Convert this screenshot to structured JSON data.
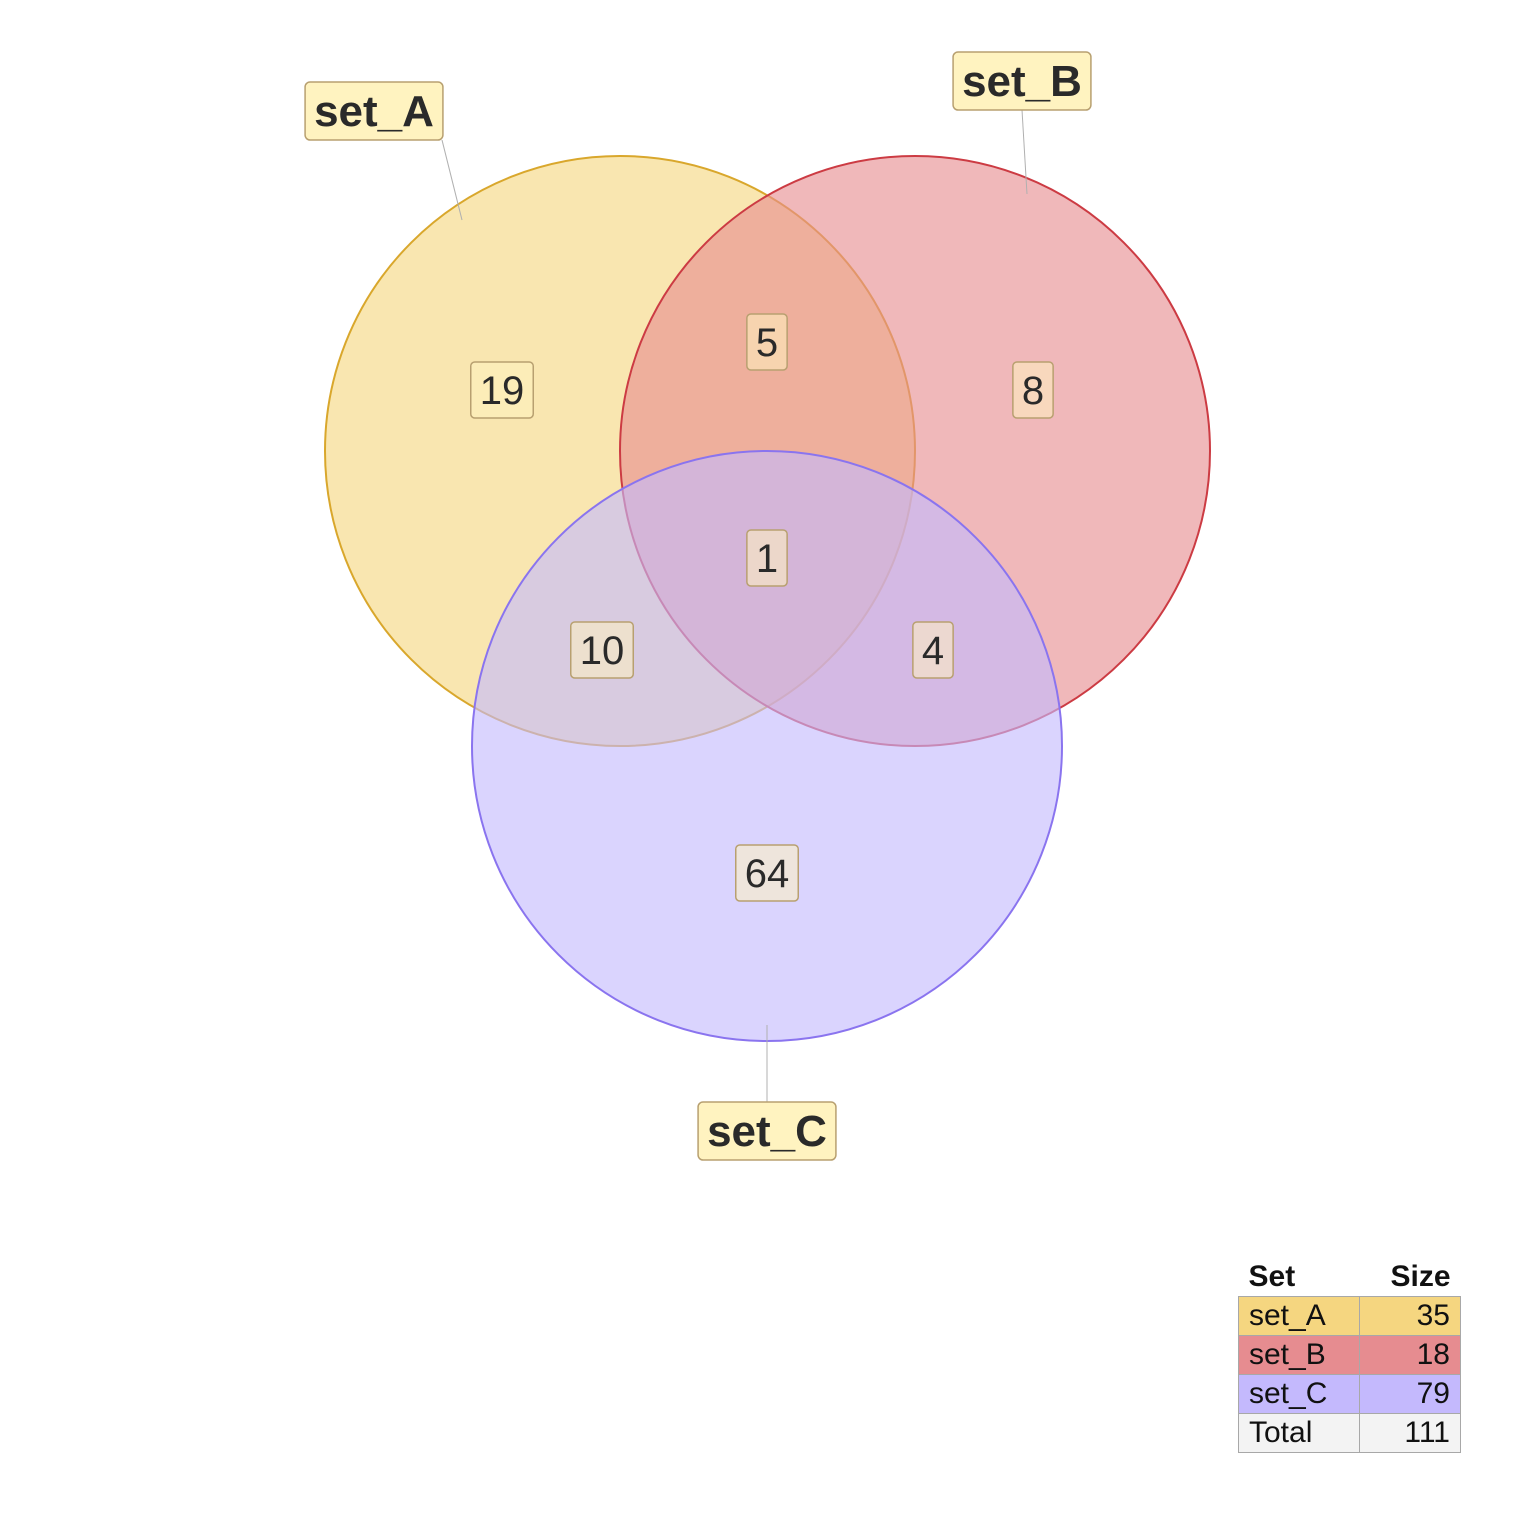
{
  "chart_data": {
    "type": "venn",
    "sets": [
      {
        "name": "set_A",
        "size": 35,
        "color": "#f5d680",
        "stroke": "#d9a72c"
      },
      {
        "name": "set_B",
        "size": 18,
        "color": "#e68c90",
        "stroke": "#cc3b43"
      },
      {
        "name": "set_C",
        "size": 79,
        "color": "#c4b9fd",
        "stroke": "#8a74ef"
      }
    ],
    "regions": [
      {
        "sets": [
          "set_A"
        ],
        "count": 19
      },
      {
        "sets": [
          "set_B"
        ],
        "count": 8
      },
      {
        "sets": [
          "set_C"
        ],
        "count": 64
      },
      {
        "sets": [
          "set_A",
          "set_B"
        ],
        "count": 5
      },
      {
        "sets": [
          "set_A",
          "set_C"
        ],
        "count": 10
      },
      {
        "sets": [
          "set_B",
          "set_C"
        ],
        "count": 4
      },
      {
        "sets": [
          "set_A",
          "set_B",
          "set_C"
        ],
        "count": 1
      }
    ],
    "total": 111
  },
  "table": {
    "header_set": "Set",
    "header_size": "Size",
    "rows": [
      {
        "name": "set_A",
        "size": "35",
        "color": "#f5d680"
      },
      {
        "name": "set_B",
        "size": "18",
        "color": "#e68c90"
      },
      {
        "name": "set_C",
        "size": "79",
        "color": "#c4b9fd"
      },
      {
        "name": "Total",
        "size": "111",
        "color": "#f3f3f3"
      }
    ]
  },
  "colors": {
    "label_fill": "#fff3c0",
    "label_stroke": "#b8a070"
  }
}
